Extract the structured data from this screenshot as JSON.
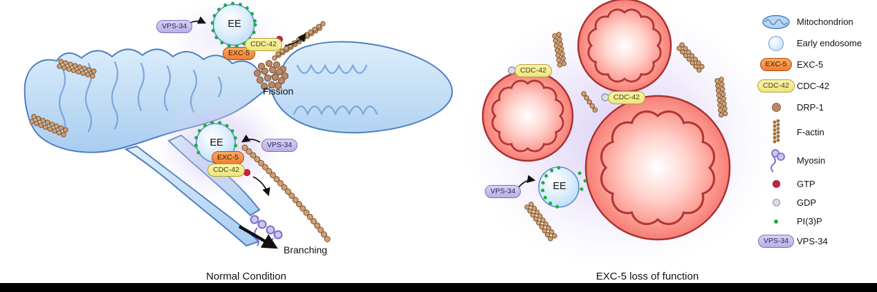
{
  "captions": {
    "left": "Normal Condition",
    "right": "EXC-5 loss of function"
  },
  "labels": {
    "ee": "EE",
    "fission": "Fission",
    "branching": "Branching",
    "exc5": "EXC-5",
    "cdc42": "CDC-42",
    "vps34": "VPS-34"
  },
  "legend": {
    "items": [
      {
        "id": "mitochondrion",
        "label": "Mitochondrion"
      },
      {
        "id": "early-endosome",
        "label": "Early endosome"
      },
      {
        "id": "exc5",
        "label": "EXC-5"
      },
      {
        "id": "cdc42",
        "label": "CDC-42"
      },
      {
        "id": "drp1",
        "label": "DRP-1"
      },
      {
        "id": "f-actin",
        "label": "F-actin"
      },
      {
        "id": "myosin",
        "label": "Myosin"
      },
      {
        "id": "gtp",
        "label": "GTP"
      },
      {
        "id": "gdp",
        "label": "GDP"
      },
      {
        "id": "pi3p",
        "label": "PI(3)P"
      },
      {
        "id": "vps34",
        "label": "VPS-34"
      }
    ]
  },
  "colors": {
    "mitochondrion_normal": "#aecdf0",
    "mitochondrion_fragmented": "#f3716a",
    "early_endosome": "#cfe6fb",
    "exc5": "#ee7e33",
    "cdc42": "#efe57e",
    "vps34": "#bdb4e6",
    "drp1": "#b98a6a",
    "f_actin": "#c9a070",
    "myosin": "#7b6fc4",
    "gtp": "#d1203f",
    "gdp": "#dcdcea",
    "pi3p": "#1cae47"
  }
}
